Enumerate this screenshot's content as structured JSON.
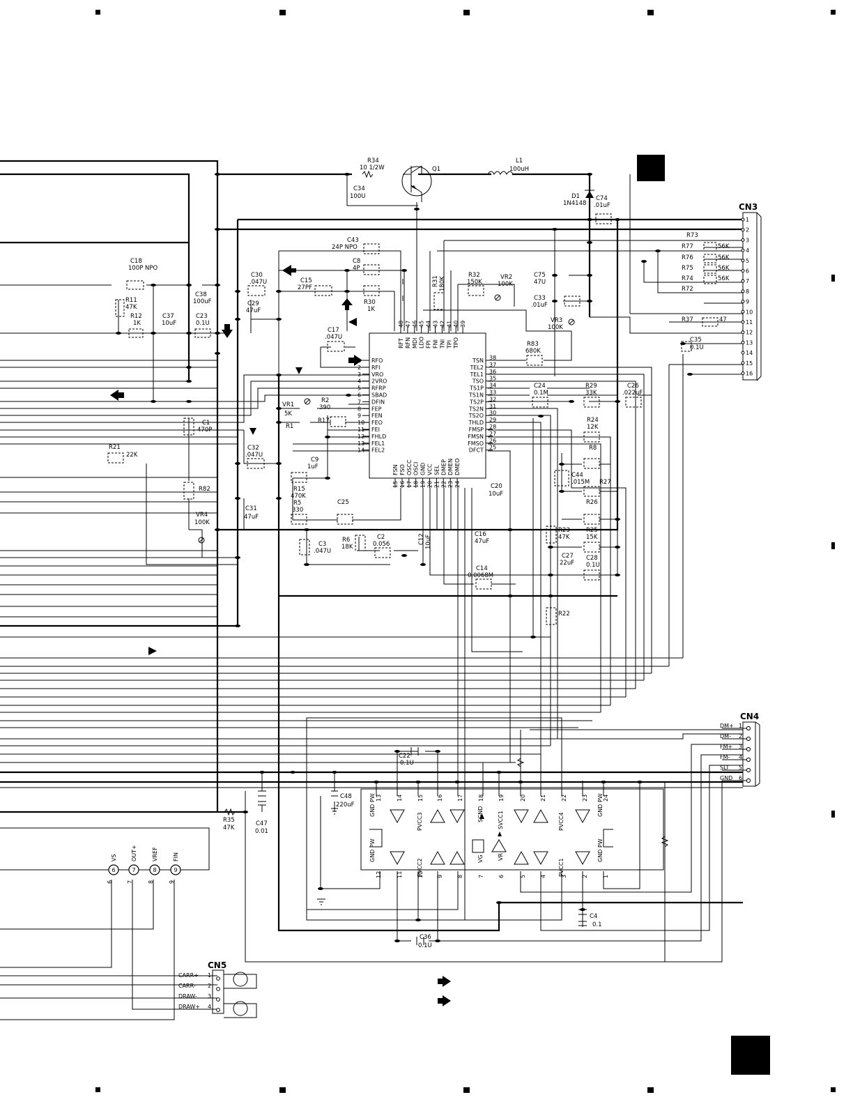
{
  "connectors": {
    "cn3": {
      "name": "CN3",
      "pins": [
        "1",
        "2",
        "3",
        "4",
        "5",
        "6",
        "7",
        "8",
        "9",
        "10",
        "11",
        "12",
        "13",
        "14",
        "15",
        "16"
      ]
    },
    "cn4": {
      "name": "CN4",
      "pins": [
        {
          "num": "1",
          "label": "DM+"
        },
        {
          "num": "2",
          "label": "DM-"
        },
        {
          "num": "3",
          "label": "FM+"
        },
        {
          "num": "4",
          "label": "FM-"
        },
        {
          "num": "5",
          "label": "SLT"
        },
        {
          "num": "6",
          "label": "GND"
        }
      ]
    },
    "cn5": {
      "name": "CN5",
      "pins": [
        {
          "num": "1",
          "label": "CARR+"
        },
        {
          "num": "2",
          "label": "CARR-"
        },
        {
          "num": "3",
          "label": "DRAW-"
        },
        {
          "num": "4",
          "label": "DRAW+"
        }
      ]
    },
    "cn_left": {
      "pins": [
        {
          "num": "6",
          "label": "VS"
        },
        {
          "num": "7",
          "label": "OUT+"
        },
        {
          "num": "8",
          "label": "VREF"
        },
        {
          "num": "9",
          "label": "FIN"
        }
      ]
    }
  },
  "ic_servo": {
    "left_pins": [
      {
        "num": "1",
        "name": "RFO"
      },
      {
        "num": "2",
        "name": "RFI"
      },
      {
        "num": "3",
        "name": "VRO"
      },
      {
        "num": "4",
        "name": "2VRO"
      },
      {
        "num": "5",
        "name": "RFRP"
      },
      {
        "num": "6",
        "name": "SBAD"
      },
      {
        "num": "7",
        "name": "DFIN"
      },
      {
        "num": "8",
        "name": "FEP"
      },
      {
        "num": "9",
        "name": "FEN"
      },
      {
        "num": "10",
        "name": "FEO"
      },
      {
        "num": "11",
        "name": "FEI"
      },
      {
        "num": "12",
        "name": "FHLD"
      },
      {
        "num": "13",
        "name": "FEL1"
      },
      {
        "num": "14",
        "name": "FEL2"
      }
    ],
    "right_pins": [
      {
        "num": "38",
        "name": "TSN"
      },
      {
        "num": "37",
        "name": "TEL2"
      },
      {
        "num": "36",
        "name": "TEL1"
      },
      {
        "num": "35",
        "name": "TSO"
      },
      {
        "num": "34",
        "name": "TS1P"
      },
      {
        "num": "33",
        "name": "TS1N"
      },
      {
        "num": "32",
        "name": "TS2P"
      },
      {
        "num": "31",
        "name": "TS2N"
      },
      {
        "num": "30",
        "name": "TS2O"
      },
      {
        "num": "29",
        "name": "THLD"
      },
      {
        "num": "28",
        "name": "FMSP"
      },
      {
        "num": "27",
        "name": "FMSN"
      },
      {
        "num": "26",
        "name": "FMSO"
      },
      {
        "num": "25",
        "name": "DFCT"
      }
    ],
    "top_pins": [
      {
        "num": "48",
        "name": "RFT"
      },
      {
        "num": "47",
        "name": "RFN"
      },
      {
        "num": "46",
        "name": "MDI"
      },
      {
        "num": "45",
        "name": "LDO"
      },
      {
        "num": "44",
        "name": "FPI"
      },
      {
        "num": "43",
        "name": "FNI"
      },
      {
        "num": "42",
        "name": "TNI"
      },
      {
        "num": "41",
        "name": "TPI"
      },
      {
        "num": "40",
        "name": "TPO"
      },
      {
        "num": "39",
        "name": ""
      }
    ],
    "bottom_pins": [
      {
        "num": "15",
        "name": "FSN"
      },
      {
        "num": "16",
        "name": "FSO"
      },
      {
        "num": "17",
        "name": "OSCC"
      },
      {
        "num": "18",
        "name": "OSCI"
      },
      {
        "num": "19",
        "name": "GND"
      },
      {
        "num": "20",
        "name": "VCC"
      },
      {
        "num": "21",
        "name": "SEL"
      },
      {
        "num": "22",
        "name": "DMEP"
      },
      {
        "num": "23",
        "name": "DMEN"
      },
      {
        "num": "24",
        "name": "DMEO"
      }
    ]
  },
  "ic_driver": {
    "top_pins": [
      "13",
      "14",
      "15",
      "16",
      "17",
      "18",
      "19",
      "20",
      "21",
      "22",
      "23",
      "24"
    ],
    "bottom_pins": [
      "12",
      "11",
      "10",
      "9",
      "8",
      "7",
      "6",
      "5",
      "4",
      "3",
      "2",
      "1"
    ],
    "labels": [
      "GND PW",
      "PVCC3",
      "SGND",
      "SVCC1",
      "PVCC4",
      "GND PW",
      "GND PW",
      "PVCC2",
      "VG",
      "VR",
      "PVCC1",
      "GND PW"
    ]
  },
  "components": [
    {
      "ref": "R34",
      "value": "10  1/2W"
    },
    {
      "ref": "Q1",
      "value": ""
    },
    {
      "ref": "L1",
      "value": "100uH"
    },
    {
      "ref": "C34",
      "value": "100U"
    },
    {
      "ref": "D1",
      "value": "1N4148"
    },
    {
      "ref": "C74",
      "value": ".01uF"
    },
    {
      "ref": "C43",
      "value": "24P  NPO"
    },
    {
      "ref": "C8",
      "value": "4P"
    },
    {
      "ref": "C18",
      "value": "100P NPO"
    },
    {
      "ref": "R11",
      "value": "47K"
    },
    {
      "ref": "R12",
      "value": "1K"
    },
    {
      "ref": "C37",
      "value": "10uF"
    },
    {
      "ref": "C38",
      "value": "100uF"
    },
    {
      "ref": "C23",
      "value": "0.1U"
    },
    {
      "ref": "C30",
      "value": ".047U"
    },
    {
      "ref": "C29",
      "value": "47uF"
    },
    {
      "ref": "C15",
      "value": "27PF"
    },
    {
      "ref": "R30",
      "value": "1K"
    },
    {
      "ref": "R31",
      "value": "180K"
    },
    {
      "ref": "R32",
      "value": "150K"
    },
    {
      "ref": "VR2",
      "value": "100K"
    },
    {
      "ref": "C75",
      "value": "47U"
    },
    {
      "ref": "C33",
      "value": ".01uF"
    },
    {
      "ref": "VR3",
      "value": "100K"
    },
    {
      "ref": "R73",
      "value": ""
    },
    {
      "ref": "R77",
      "value": "56K"
    },
    {
      "ref": "R76",
      "value": "56K"
    },
    {
      "ref": "R75",
      "value": "56K"
    },
    {
      "ref": "R74",
      "value": "56K"
    },
    {
      "ref": "R72",
      "value": ""
    },
    {
      "ref": "R37",
      "value": "47"
    },
    {
      "ref": "C35",
      "value": "0.1U"
    },
    {
      "ref": "C17",
      "value": ".047U"
    },
    {
      "ref": "R83",
      "value": "680K"
    },
    {
      "ref": "C24",
      "value": "0.1M"
    },
    {
      "ref": "R29",
      "value": "33K"
    },
    {
      "ref": "C26",
      "value": ".022uF"
    },
    {
      "ref": "VR1",
      "value": "5K"
    },
    {
      "ref": "R2",
      "value": "390"
    },
    {
      "ref": "R1",
      "value": ""
    },
    {
      "ref": "R17",
      "value": ""
    },
    {
      "ref": "C1",
      "value": "470P"
    },
    {
      "ref": "R24",
      "value": "12K"
    },
    {
      "ref": "R8",
      "value": ""
    },
    {
      "ref": "R21",
      "value": "22K"
    },
    {
      "ref": "C32",
      "value": ".047U"
    },
    {
      "ref": "C9",
      "value": "1uF"
    },
    {
      "ref": "C44",
      "value": ".015M"
    },
    {
      "ref": "R27",
      "value": ""
    },
    {
      "ref": "R26",
      "value": ""
    },
    {
      "ref": "R82",
      "value": ""
    },
    {
      "ref": "R15",
      "value": "470K"
    },
    {
      "ref": "C31",
      "value": "47uF"
    },
    {
      "ref": "R5",
      "value": "330"
    },
    {
      "ref": "C25",
      "value": ""
    },
    {
      "ref": "C20",
      "value": "10uF"
    },
    {
      "ref": "VR4",
      "value": "100K"
    },
    {
      "ref": "C16",
      "value": "47uF"
    },
    {
      "ref": "R23",
      "value": "47K"
    },
    {
      "ref": "R25",
      "value": "15K"
    },
    {
      "ref": "C3",
      "value": ".047U"
    },
    {
      "ref": "R6",
      "value": "18K"
    },
    {
      "ref": "C2",
      "value": "0.056"
    },
    {
      "ref": "C12",
      "value": "10uF"
    },
    {
      "ref": "C27",
      "value": "22uF"
    },
    {
      "ref": "C28",
      "value": "0.1U"
    },
    {
      "ref": "C14",
      "value": "0.0068M"
    },
    {
      "ref": "R22",
      "value": ""
    },
    {
      "ref": "C22",
      "value": "0.1U"
    },
    {
      "ref": "C48",
      "value": "220uF"
    },
    {
      "ref": "R35",
      "value": "47K"
    },
    {
      "ref": "C47",
      "value": "0.01"
    },
    {
      "ref": "C4",
      "value": "0.1"
    },
    {
      "ref": "C36",
      "value": "0.1U"
    }
  ]
}
